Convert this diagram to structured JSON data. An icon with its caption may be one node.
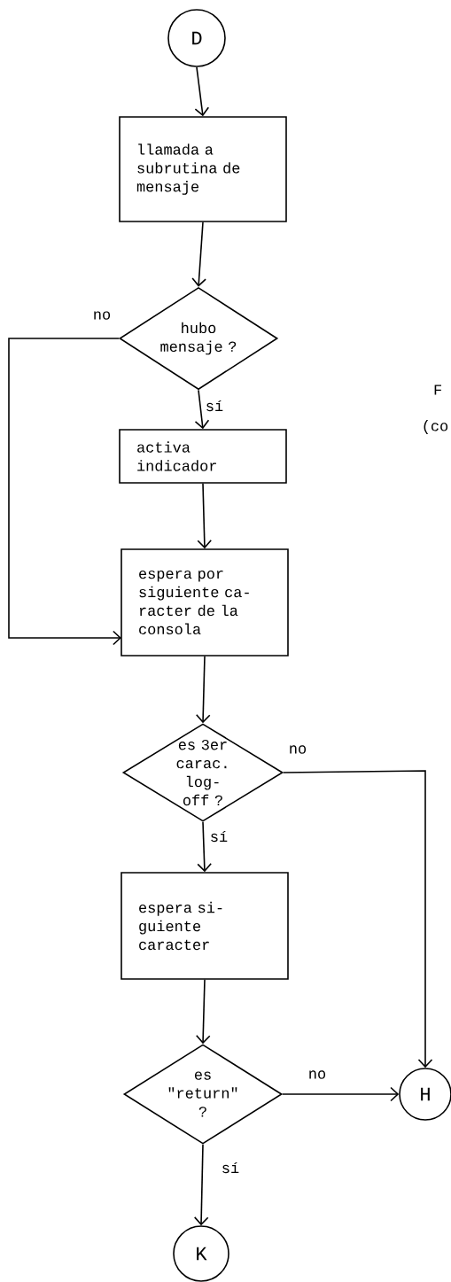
{
  "diagram": {
    "nodes": [
      {
        "text": [
          "D"
        ]
      },
      {
        "text": [
          "llamada a subrutina de mensaje"
        ]
      },
      {
        "text": [
          "hubo mensaje ?"
        ]
      },
      {
        "text": [
          "activa indicador"
        ]
      },
      {
        "text": [
          "espera por siguiente ca- racter de la consola"
        ]
      },
      {
        "text": [
          "es 3er carac. log-off ?"
        ]
      },
      {
        "text": [
          "espera si- guiente caracter"
        ]
      },
      {
        "text": [
          "es \"return\" ?"
        ]
      },
      {
        "text": [
          "H"
        ]
      },
      {
        "text": [
          "K"
        ]
      }
    ],
    "edges": [
      {
        "from": 0,
        "to": 1,
        "arrow": "to"
      },
      {
        "from": 1,
        "to": 2,
        "arrow": "to"
      },
      {
        "from": 2,
        "to": 3,
        "arrow": "to",
        "label": "sí"
      },
      {
        "from": 2,
        "to": 4,
        "arrow": "to",
        "label": "no"
      },
      {
        "from": 3,
        "to": 4,
        "arrow": "to"
      },
      {
        "from": 4,
        "to": 5,
        "arrow": "to"
      },
      {
        "from": 5,
        "to": 6,
        "arrow": "to",
        "label": "sí"
      },
      {
        "from": 5,
        "to": 8,
        "arrow": "to",
        "label": "no"
      },
      {
        "from": 6,
        "to": 7,
        "arrow": "to"
      },
      {
        "from": 7,
        "to": 8,
        "arrow": "to",
        "label": "no"
      },
      {
        "from": 7,
        "to": 9,
        "arrow": "to",
        "label": "sí"
      }
    ],
    "labels": [
      "F",
      "(co"
    ]
  }
}
